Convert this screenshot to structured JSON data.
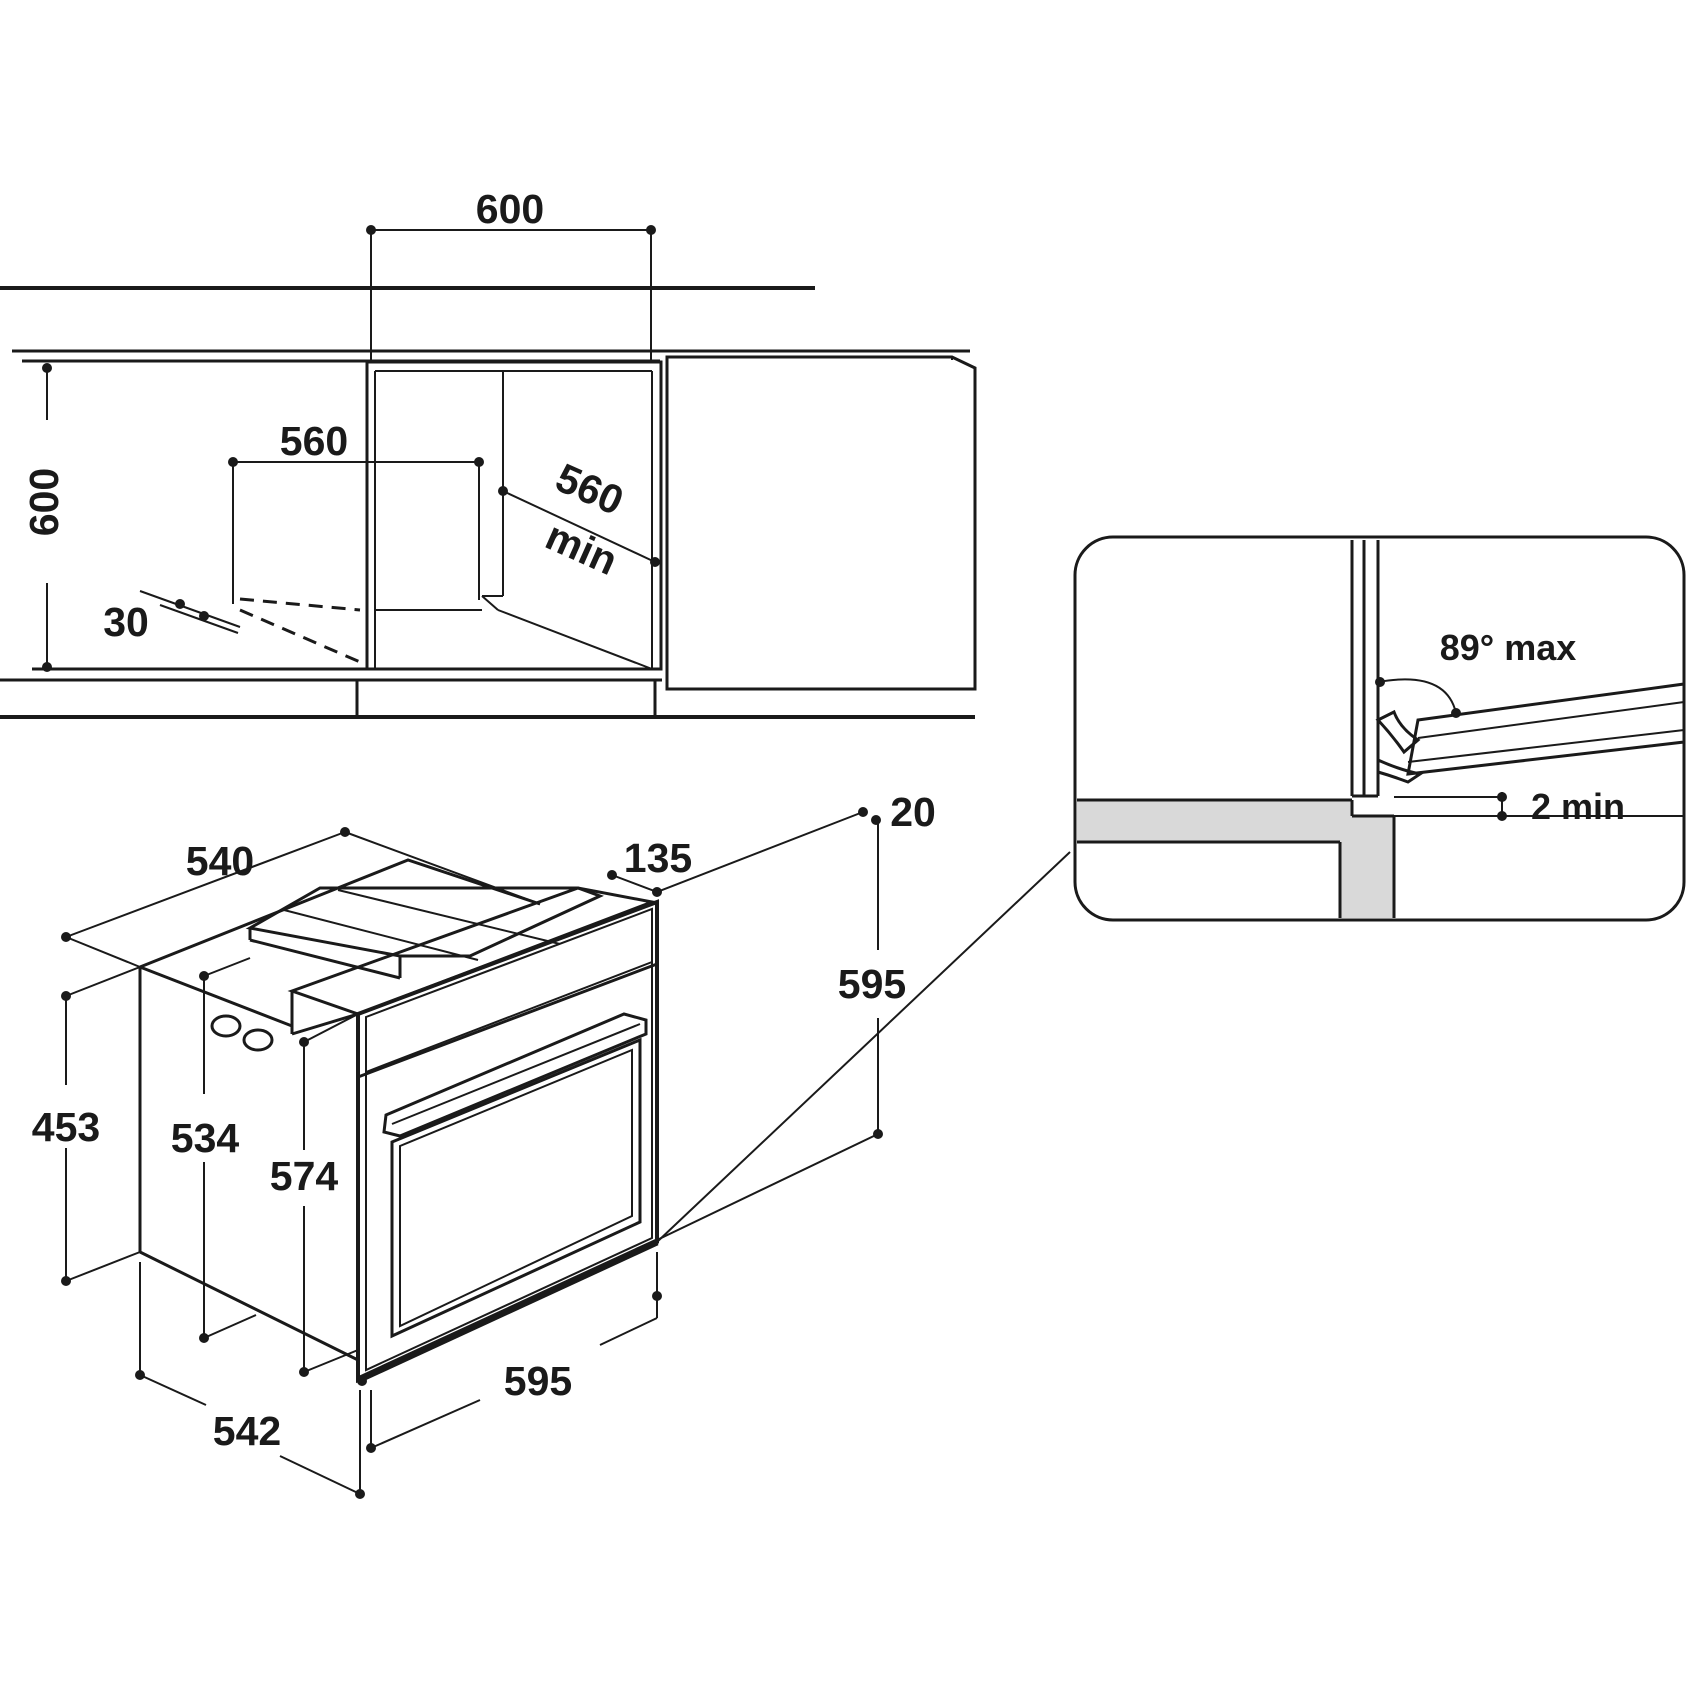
{
  "colors": {
    "line": "#1a1a1a",
    "background": "#ffffff",
    "wall_fill": "#d9d9d9"
  },
  "cabinet": {
    "width": "600",
    "height": "600",
    "niche_width": "560",
    "niche_depth": "560",
    "niche_depth_note": "min",
    "vent_gap": "30"
  },
  "oven": {
    "depth_top": "540",
    "front_panel_depth": "135",
    "front_thickness": "20",
    "front_height": "595",
    "side_height": "453",
    "body_height": "534",
    "frame_height": "574",
    "front_width": "595",
    "depth_bottom": "542"
  },
  "detail": {
    "hinge_angle": "89° max",
    "gap": "2 min"
  }
}
